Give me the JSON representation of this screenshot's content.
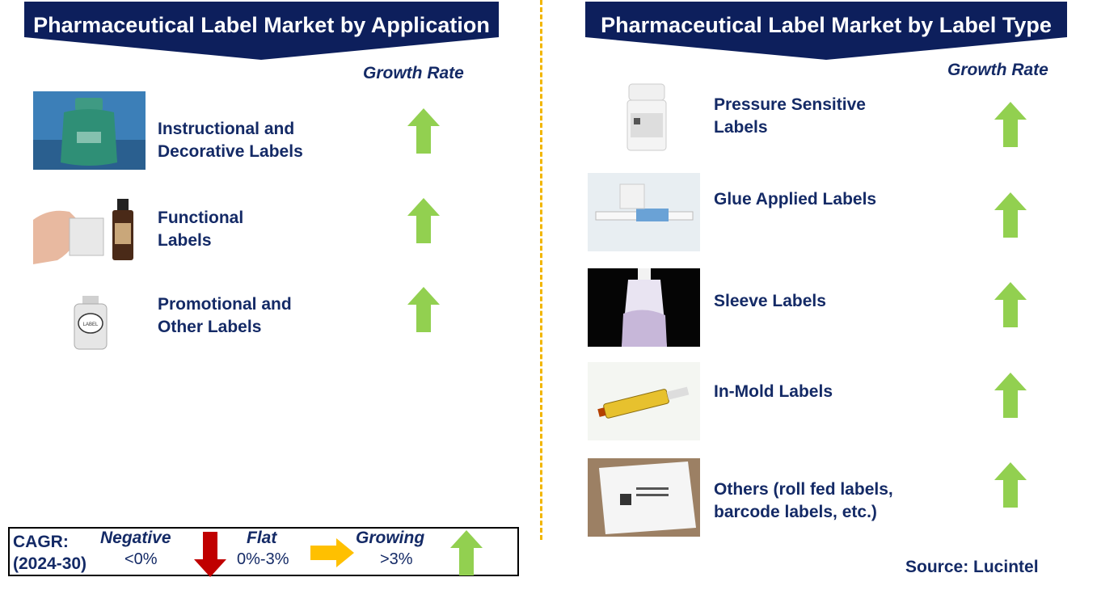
{
  "chart_data": [
    {
      "type": "table",
      "title": "Pharmaceutical Label Market by Application",
      "column_header": "Growth Rate",
      "rows": [
        {
          "category": "Instructional and Decorative Labels",
          "line1": "Instructional and",
          "line2": "Decorative Labels",
          "trend": "Growing"
        },
        {
          "category": "Functional Labels",
          "line1": "Functional",
          "line2": "Labels",
          "trend": "Growing"
        },
        {
          "category": "Promotional and Other Labels",
          "line1": "Promotional and",
          "line2": "Other Labels",
          "trend": "Growing"
        }
      ]
    },
    {
      "type": "table",
      "title": "Pharmaceutical Label Market by Label Type",
      "column_header": "Growth Rate",
      "rows": [
        {
          "category": "Pressure Sensitive Labels",
          "line1": "Pressure Sensitive",
          "line2": "Labels",
          "trend": "Growing"
        },
        {
          "category": "Glue Applied Labels",
          "line1": "Glue Applied Labels",
          "line2": "",
          "trend": "Growing"
        },
        {
          "category": "Sleeve Labels",
          "line1": "Sleeve Labels",
          "line2": "",
          "trend": "Growing"
        },
        {
          "category": "In-Mold Labels",
          "line1": "In-Mold Labels",
          "line2": "",
          "trend": "Growing"
        },
        {
          "category": "Others (roll fed labels, barcode labels, etc.)",
          "line1": "Others (roll fed labels,",
          "line2": "barcode labels, etc.)",
          "trend": "Growing"
        }
      ]
    }
  ],
  "legend": {
    "title_line1": "CAGR:",
    "title_line2": "(2024-30)",
    "negative": {
      "label": "Negative",
      "range": "<0%",
      "color": "#c00000"
    },
    "flat": {
      "label": "Flat",
      "range": "0%-3%",
      "color": "#ffc000"
    },
    "growing": {
      "label": "Growing",
      "range": ">3%",
      "color": "#92d050"
    }
  },
  "source": "Source: Lucintel",
  "colors": {
    "banner": "#0d1f5c",
    "text": "#142a66",
    "divider": "#f2b600"
  }
}
